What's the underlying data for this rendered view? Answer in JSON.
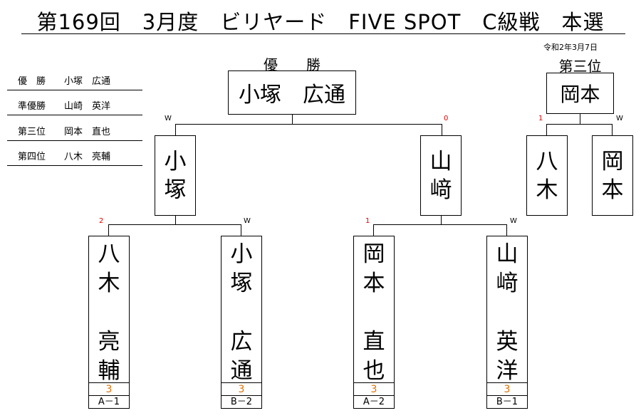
{
  "title": "第169回　3月度　ビリヤード　FIVE SPOT　C級戦　本選",
  "date": "令和2年3月7日",
  "rankings": [
    {
      "label": "優　勝　　小塚　広通"
    },
    {
      "label": "準優勝　　山崎　英洋"
    },
    {
      "label": "第三位　　岡本　直也"
    },
    {
      "label": "第四位　　八木　亮輔"
    }
  ],
  "final": {
    "caption": "優　　勝",
    "winner": "小塚　広通",
    "left_label": "W",
    "right_label": "0"
  },
  "third": {
    "caption": "第三位",
    "winner": "岡本",
    "left_label": "1",
    "right_label": "W",
    "left_player": [
      "八",
      "木"
    ],
    "right_player": [
      "岡",
      "本"
    ]
  },
  "semis": [
    {
      "name": [
        "小",
        "塚"
      ],
      "left_label": "2",
      "right_label": "W"
    },
    {
      "name": [
        "山",
        "﨑"
      ],
      "left_label": "1",
      "right_label": "W"
    }
  ],
  "players": [
    {
      "chars": [
        "八",
        "木",
        "亮",
        "輔"
      ],
      "score": "3",
      "block": "A－1"
    },
    {
      "chars": [
        "小",
        "塚",
        "広",
        "通"
      ],
      "score": "3",
      "block": "B－2"
    },
    {
      "chars": [
        "岡",
        "本",
        "直",
        "也"
      ],
      "score": "3",
      "block": "A－2"
    },
    {
      "chars": [
        "山",
        "﨑",
        "英",
        "洋"
      ],
      "score": "3",
      "block": "B－1"
    }
  ]
}
